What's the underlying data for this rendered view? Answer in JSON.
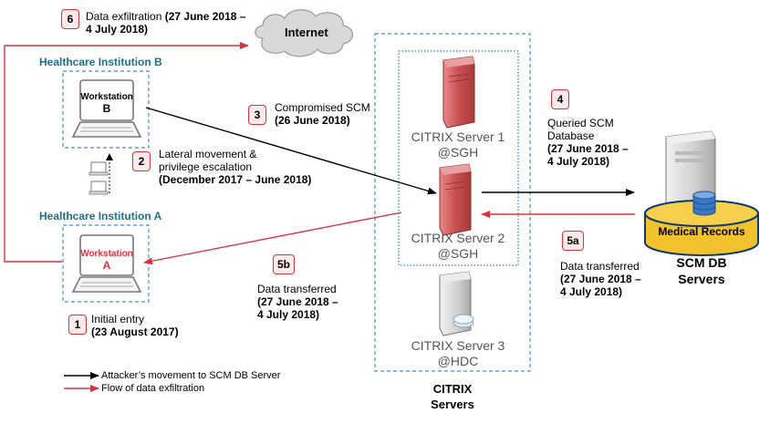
{
  "colors": {
    "red": "#d9333f",
    "teal": "#1f6f8b",
    "dash": "#4a8bc8",
    "server_red": "#c94f4f",
    "yellow": "#f2c12e"
  },
  "labels": {
    "internet": "Internet",
    "inst_b": "Healthcare Institution B",
    "inst_a": "Healthcare Institution A",
    "ws_b_line1": "Workstation",
    "ws_b_line2": "B",
    "ws_a_line1": "Workstation",
    "ws_a_line2": "A",
    "server1_line1": "CITRIX Server 1",
    "server1_line2": "@SGH",
    "server2_line1": "CITRIX Server 2",
    "server2_line2": "@SGH",
    "server3_line1": "CITRIX Server 3",
    "server3_line2": "@HDC",
    "citrix_line1": "CITRIX",
    "citrix_line2": "Servers",
    "medical_records": "Medical Records",
    "scm_line1": "SCM DB",
    "scm_line2": "Servers"
  },
  "steps": {
    "s6": {
      "num": "6",
      "line1a": "Data exfiltration ",
      "line1b": "(27 June 2018 –",
      "line2": "4 July 2018)"
    },
    "s3": {
      "num": "3",
      "line1": "Compromised SCM",
      "line2": "(26 June 2018)"
    },
    "s2": {
      "num": "2",
      "line1": "Lateral movement &",
      "line2": "privilege escalation",
      "line3": "(December 2017 – June 2018)"
    },
    "s4": {
      "num": "4",
      "line1": "Queried SCM",
      "line2": "Database",
      "line3": "(27 June 2018 –",
      "line4": "4 July 2018)"
    },
    "s5a": {
      "num": "5a",
      "line1": "Data transferred",
      "line2": "(27 June 2018 –",
      "line3": "4 July 2018)"
    },
    "s5b": {
      "num": "5b",
      "line1": "Data transferred",
      "line2": "(27 June 2018 –",
      "line3": "4 July 2018)"
    },
    "s1": {
      "num": "1",
      "line1": "Initial entry",
      "line2": "(23 August 2017)"
    }
  },
  "legend": {
    "black": "Attacker’s movement to SCM DB Server",
    "red": "Flow of data exfiltration"
  }
}
